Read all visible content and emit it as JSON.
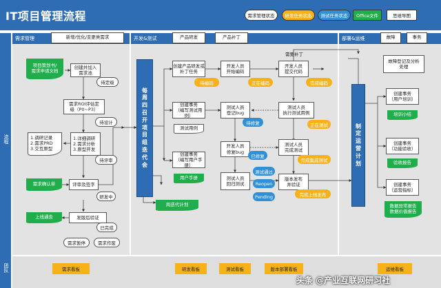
{
  "title": "IT项目管理流程",
  "legend": [
    {
      "label": "需求管理状态",
      "bg": "#ffffff",
      "color": "#222222",
      "type": "pill"
    },
    {
      "label": "研发任务状态",
      "bg": "#f7b21b",
      "color": "#ffffff",
      "type": "pill"
    },
    {
      "label": "测试任务状态",
      "bg": "#2f8fd8",
      "color": "#ffffff",
      "type": "pill"
    },
    {
      "label": "Office文件",
      "bg": "#1fae4b",
      "color": "#ffffff",
      "type": "rect"
    },
    {
      "label": "思维导图",
      "bg": "#ffffff",
      "color": "#222222",
      "type": "rect"
    }
  ],
  "side": {
    "flow": "流程",
    "team": "团队"
  },
  "lanes": {
    "req": {
      "title": "需求管理",
      "tag": "新增/优化/变更类需求"
    },
    "dev": {
      "title": "开发&测试",
      "tags": [
        "产品研发",
        "产品补丁"
      ]
    },
    "ops": {
      "title": "部署&运维",
      "tags": [
        "故障",
        "事务"
      ]
    }
  },
  "boards": [
    "需求看板",
    "研发看板",
    "测试看板",
    "版本部署看板",
    "运维看板"
  ],
  "req": {
    "doc_source": "项目策划书/\n需求申请文档",
    "create": "创建并加入\n需求池",
    "s_pending": "待定级",
    "roi": "需求ROI评估定\n级（P0~P3）",
    "s_design": "待设计",
    "analysis": "1.详细调研\n2.需求分析\n3.原型开发",
    "s_review": "待评审",
    "docs": "1.调研记录\n2.需求PRD\n3.交互原型",
    "confirm": "需求确认单",
    "review": "评审及签字",
    "s_dev": "研发中",
    "notice": "上线通告",
    "verify": "发版后验证",
    "s_done": "已完成",
    "s_pause": "需求暂停",
    "s_void": "需求作废"
  },
  "dev": {
    "weekly": "每周四召开项目组迭代会",
    "create_task": "创建产品研发或\n补丁任务",
    "s_wait": "待编码",
    "dev_start": "开发人员\n开始编码",
    "s_coding": "正在编码",
    "dev_commit": "开发人员\n提交代码",
    "s_done_code": "完成编码",
    "need_patch": "需要补丁",
    "task_case": "创建事务\n（编写测试用例）",
    "case_doc": "测试用例",
    "test_reg": "测试人员\n登记bug",
    "s_wait_fix": "待修复",
    "test_exec": "测试人员\n执行测试用例",
    "s_testing": "正在测试",
    "dev_fix": "开发人员\n修复bug",
    "s_fixed": "已修复",
    "test_done": "测试人员\n完成测试",
    "s_int_test": "完成集成测试",
    "task_manual": "创建事务\n（编写用户手册）",
    "manual_doc": "用户手册",
    "test_return": "测试人员\n回归测试",
    "s_pass": "测试通过",
    "s_reopen": "Reopen",
    "s_pending": "Pending",
    "release": "版本发布\n并验证",
    "s_online": "完成上线发布",
    "weekly_plan": "周迭代计划"
  },
  "ops": {
    "fault_reg": "故障登记及分析\n处理",
    "ops_plan": "制定运营计划",
    "task_train": "创建事务\n（用户培训）",
    "doc_train": "培训小结",
    "task_func": "创建事务\n（功能验收）",
    "doc_func": "验收报告",
    "task_run": "创建事务\n（运营指标）",
    "doc_run": "数据异常报告\n数据价值报告"
  },
  "watermark": "头条 @产业互联网研习社"
}
